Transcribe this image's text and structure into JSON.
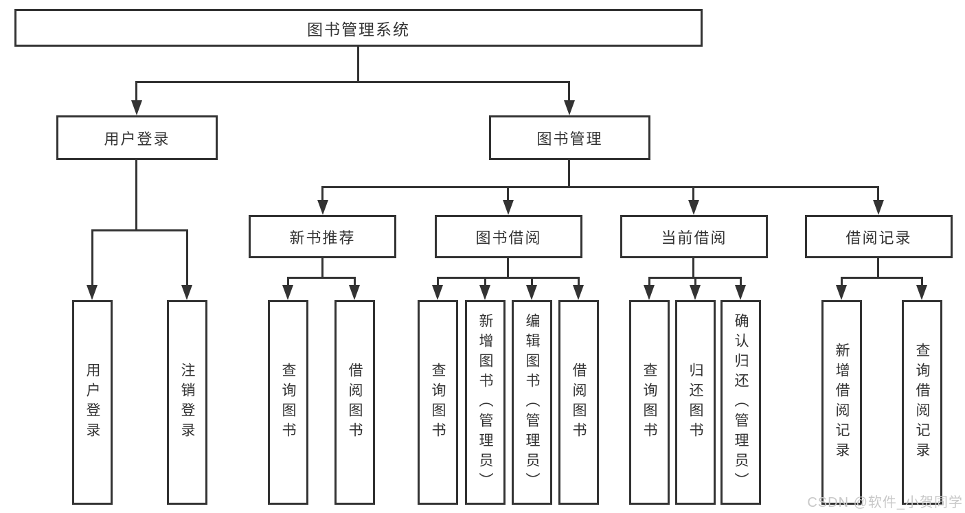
{
  "diagram": {
    "root": "图书管理系统",
    "branches": [
      {
        "label": "用户登录",
        "children": [
          "用户登录",
          "注销登录"
        ]
      },
      {
        "label": "图书管理",
        "groups": [
          {
            "label": "新书推荐",
            "children": [
              "查询图书",
              "借阅图书"
            ]
          },
          {
            "label": "图书借阅",
            "children": [
              "查询图书",
              "新增图书（管理员）",
              "编辑图书（管理员）",
              "借阅图书"
            ]
          },
          {
            "label": "当前借阅",
            "children": [
              "查询图书",
              "归还图书",
              "确认归还（管理员）"
            ]
          },
          {
            "label": "借阅记录",
            "children": [
              "新增借阅记录",
              "查询借阅记录"
            ]
          }
        ]
      }
    ]
  },
  "watermark": {
    "text": "CSDN @软件_小贺同学"
  },
  "colors": {
    "border": "#333333",
    "line": "#333333",
    "text": "#333333",
    "watermark": "#c8c8c8",
    "background": "#ffffff"
  }
}
